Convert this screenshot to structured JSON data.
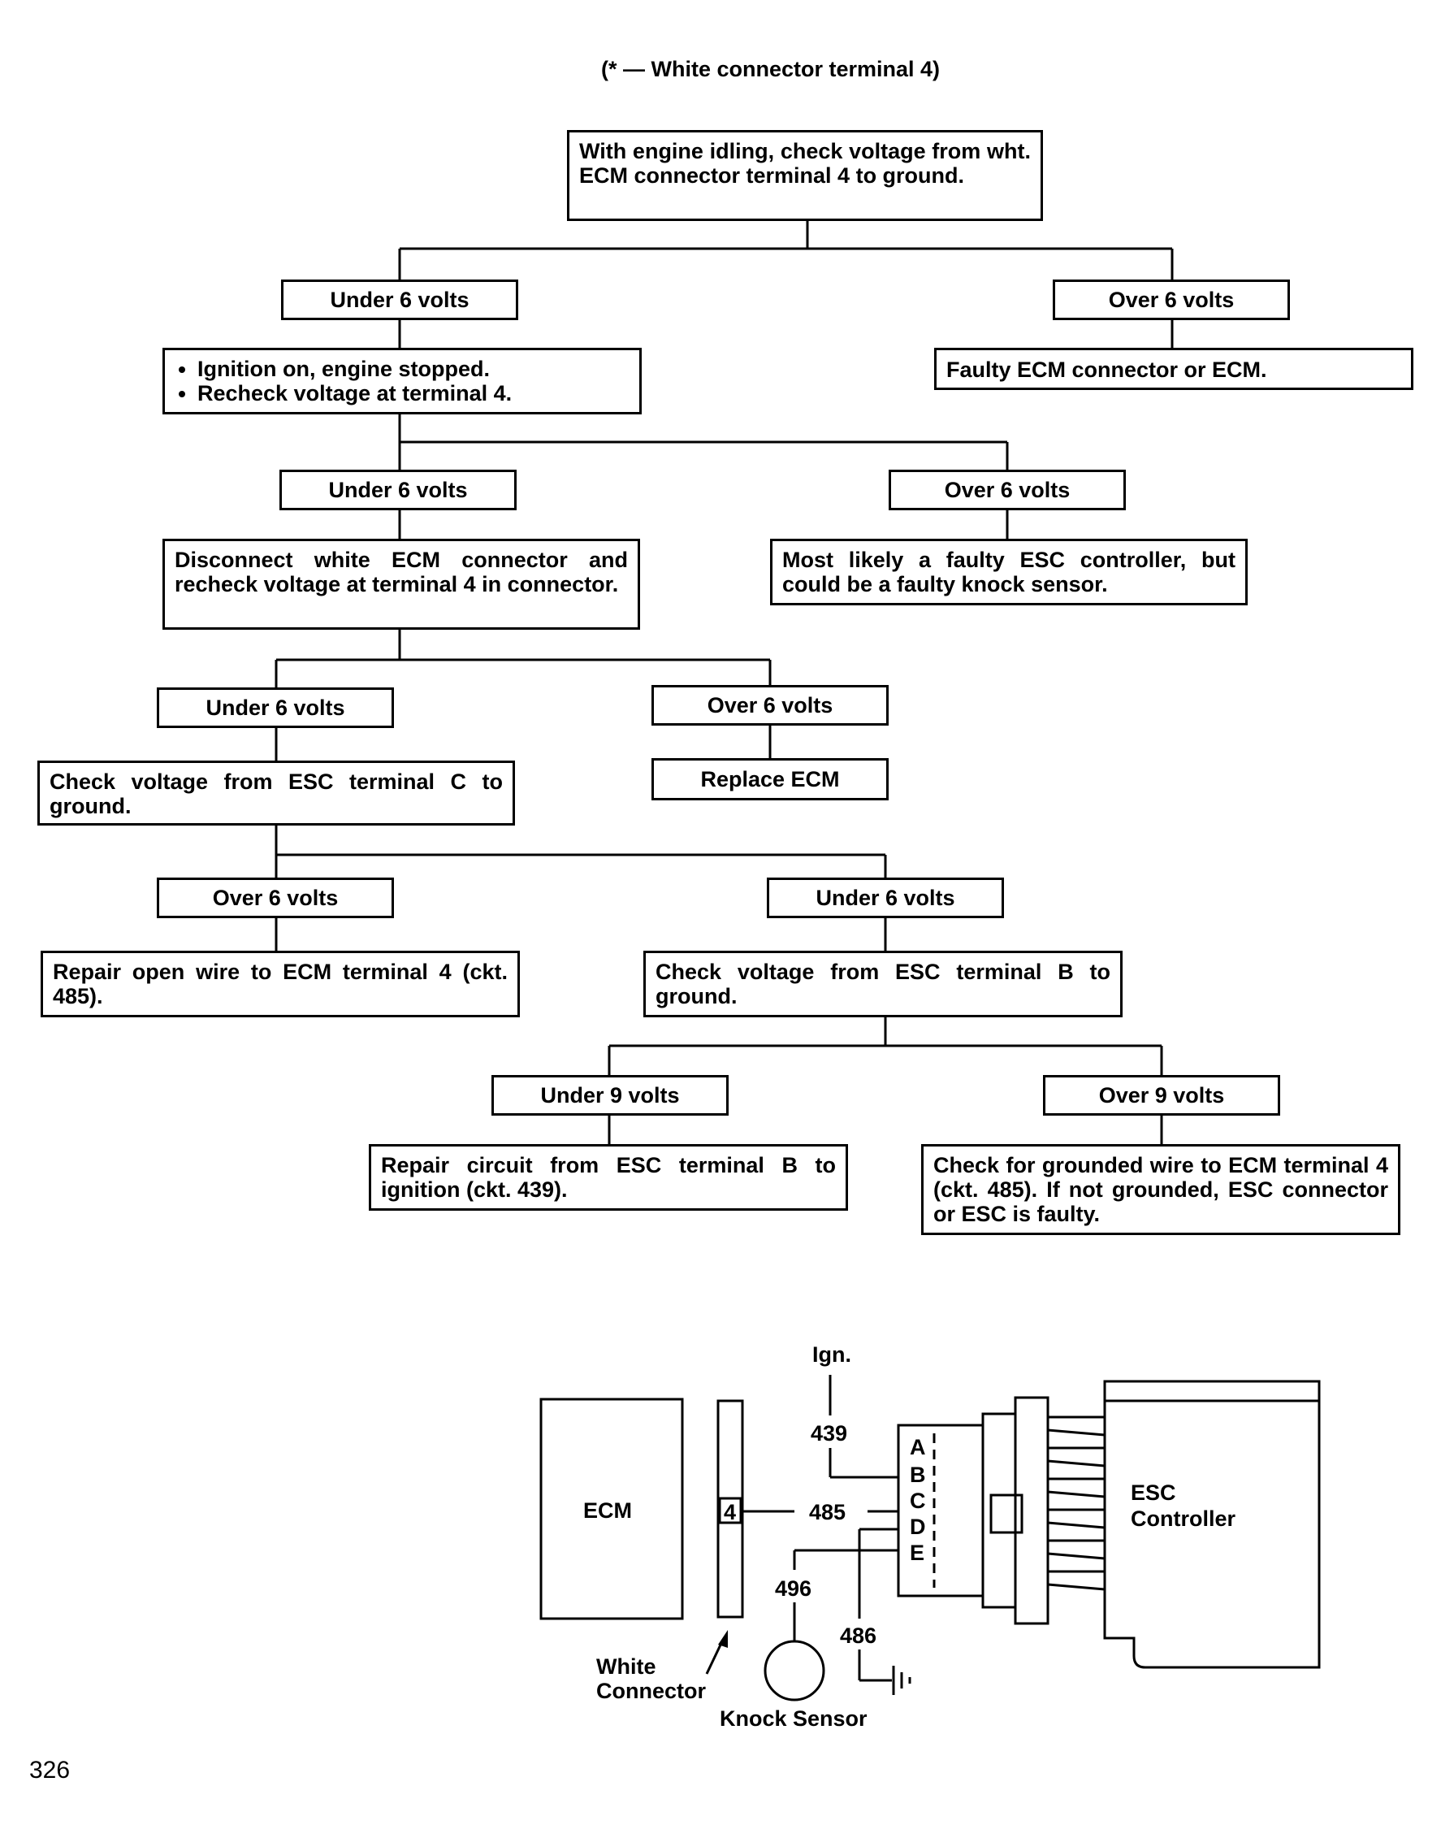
{
  "header_note": "(* — White connector terminal 4)",
  "page_number": "326",
  "flowchart": {
    "start": "With engine idling, check voltage from wht. ECM connector terminal 4 to ground.",
    "l1_left_label": "Under 6 volts",
    "l1_right_label": "Over 6 volts",
    "l1_right_result": "Faulty ECM connector or ECM.",
    "l1_left_steps": [
      "Ignition on, engine stopped.",
      "Recheck voltage at terminal 4."
    ],
    "l2_left_label": "Under 6 volts",
    "l2_right_label": "Over 6 volts",
    "l2_right_result": "Most likely a faulty ESC controller, but could be a faulty knock sensor.",
    "l2_left_step": "Disconnect white ECM connector and recheck voltage at terminal 4 in connector.",
    "l3_left_label": "Under 6 volts",
    "l3_right_label": "Over 6 volts",
    "l3_right_result": "Replace ECM",
    "l3_left_step": "Check voltage from ESC terminal C to ground.",
    "l4_left_label": "Over 6 volts",
    "l4_left_result": "Repair open wire to ECM terminal 4 (ckt. 485).",
    "l4_right_label": "Under 6 volts",
    "l4_right_step": "Check voltage from ESC terminal B to ground.",
    "l5_left_label": "Under 9 volts",
    "l5_left_result": "Repair circuit from ESC terminal B to ignition (ckt. 439).",
    "l5_right_label": "Over 9 volts",
    "l5_right_result": "Check for grounded wire to ECM terminal 4 (ckt. 485). If not grounded, ESC connector or ESC is faulty."
  },
  "wiring": {
    "ecm": "ECM",
    "terminal": "4",
    "ign": "Ign.",
    "ckt_439": "439",
    "ckt_485": "485",
    "ckt_496": "496",
    "ckt_486": "486",
    "pins": [
      "A",
      "B",
      "C",
      "D",
      "E"
    ],
    "esc_line1": "ESC",
    "esc_line2": "Controller",
    "white_connector_line1": "White",
    "white_connector_line2": "Connector",
    "knock_sensor": "Knock Sensor"
  }
}
